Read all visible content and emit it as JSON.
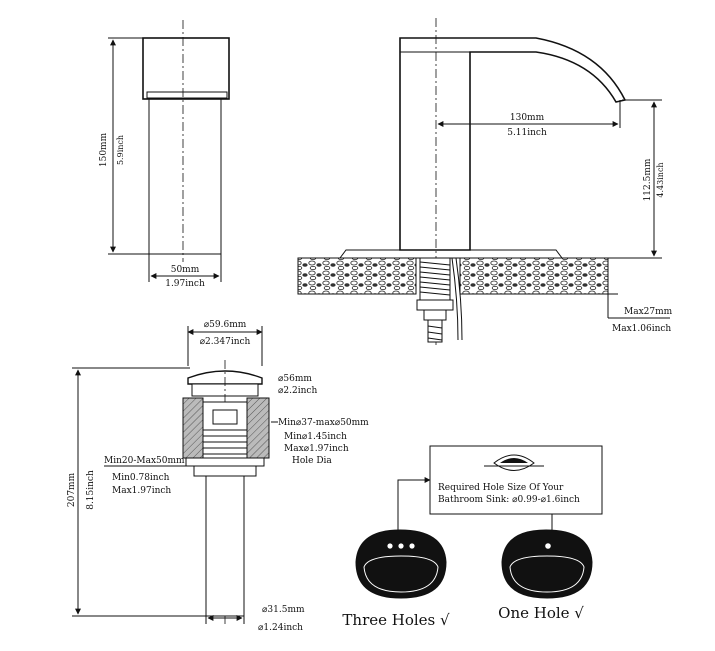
{
  "faucet_side": {
    "height_mm": "150mm",
    "height_in": "5.9inch",
    "width_mm": "50mm",
    "width_in": "1.97inch"
  },
  "faucet_front": {
    "reach_mm": "130mm",
    "reach_in": "5.11inch",
    "spout_height_mm": "112.5mm",
    "spout_height_in": "4.43inch",
    "max_thickness_mm": "Max27mm",
    "max_thickness_in": "Max1.06inch"
  },
  "drain": {
    "top_dia_mm": "⌀59.6mm",
    "top_dia_in": "⌀2.347inch",
    "cap_dia_mm": "⌀56mm",
    "cap_dia_in": "⌀2.2inch",
    "hole_range_mm": "Min⌀37-max⌀50mm",
    "hole_min_in": "Min⌀1.45inch",
    "hole_max_in": "Max⌀1.97inch",
    "hole_label": "Hole Dia",
    "thickness_mm": "Min20-Max50mm",
    "thickness_min_in": "Min0.78inch",
    "thickness_max_in": "Max1.97inch",
    "height_mm": "207mm",
    "height_in": "8.15inch",
    "tail_dia_mm": "⌀31.5mm",
    "tail_dia_in": "⌀1.24inch"
  },
  "hole_note": {
    "line1": "Required Hole Size Of Your",
    "line2": "Bathroom Sink: ⌀0.99-⌀1.6inch"
  },
  "sinks": {
    "three_holes_label": "Three Holes √",
    "one_hole_label": "One Hole  √"
  }
}
